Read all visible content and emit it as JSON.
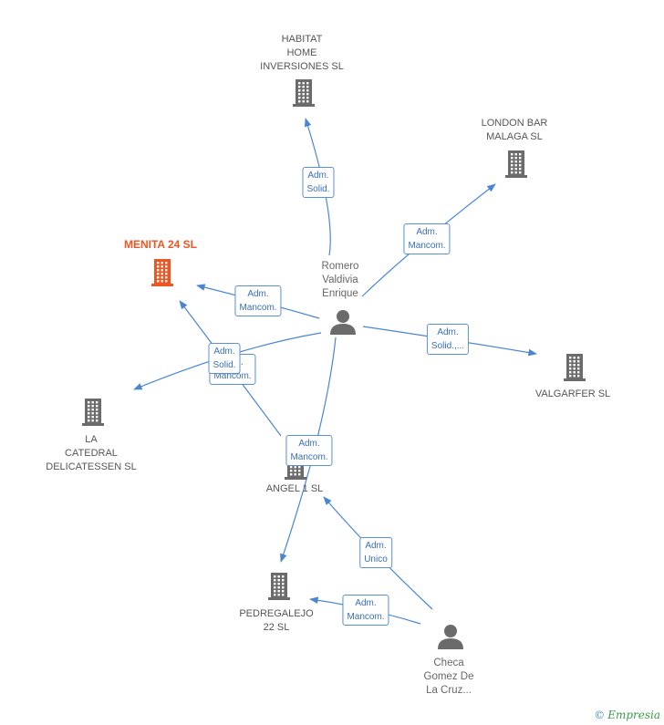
{
  "colors": {
    "edge": "#4a86d0",
    "company": "#6b6b6b",
    "company_focus": "#ee5522",
    "person": "#6b6b6b"
  },
  "companies": [
    {
      "id": "habitat",
      "label": "HABITAT\nHOME\nINVERSIONES SL",
      "focus": false,
      "icon": "building-icon"
    },
    {
      "id": "london",
      "label": "LONDON BAR\nMALAGA SL",
      "focus": false,
      "icon": "building-icon"
    },
    {
      "id": "menita",
      "label": "MENITA 24 SL",
      "focus": true,
      "icon": "building-icon"
    },
    {
      "id": "valgarfer",
      "label": "VALGARFER SL",
      "focus": false,
      "icon": "building-icon"
    },
    {
      "id": "catedral",
      "label": "LA\nCATEDRAL\nDELICATESSEN SL",
      "focus": false,
      "icon": "building-icon"
    },
    {
      "id": "angel",
      "label": "ANGEL 1 SL",
      "focus": false,
      "icon": "building-icon"
    },
    {
      "id": "pedregalejo",
      "label": "PEDREGALEJO\n22 SL",
      "focus": false,
      "icon": "building-icon"
    }
  ],
  "persons": [
    {
      "id": "romero",
      "label": "Romero\nValdivia\nEnrique",
      "icon": "person-icon"
    },
    {
      "id": "checa",
      "label": "Checa\nGomez De\nLa Cruz...",
      "icon": "person-icon"
    }
  ],
  "edges": [
    {
      "from": "romero",
      "to": "habitat",
      "label": "Adm.\nSolid."
    },
    {
      "from": "romero",
      "to": "london",
      "label": "Adm.\nMancom."
    },
    {
      "from": "romero",
      "to": "menita",
      "label": "Adm.\nMancom."
    },
    {
      "from": "romero",
      "to": "valgarfer",
      "label": "Adm.\nSolid.,..."
    },
    {
      "from": "romero",
      "to": "catedral",
      "label": "Adm.\nMancom."
    },
    {
      "from": "romero",
      "to": "pedregalejo",
      "label": "Adm.\nMancom."
    },
    {
      "from": "angel",
      "to": "menita",
      "label": "Adm.\nSolid."
    },
    {
      "from": "checa",
      "to": "angel",
      "label": "Adm.\nUnico"
    },
    {
      "from": "checa",
      "to": "pedregalejo",
      "label": "Adm.\nMancom."
    }
  ],
  "footer": {
    "copyright": "©",
    "brand": "Empresia"
  }
}
